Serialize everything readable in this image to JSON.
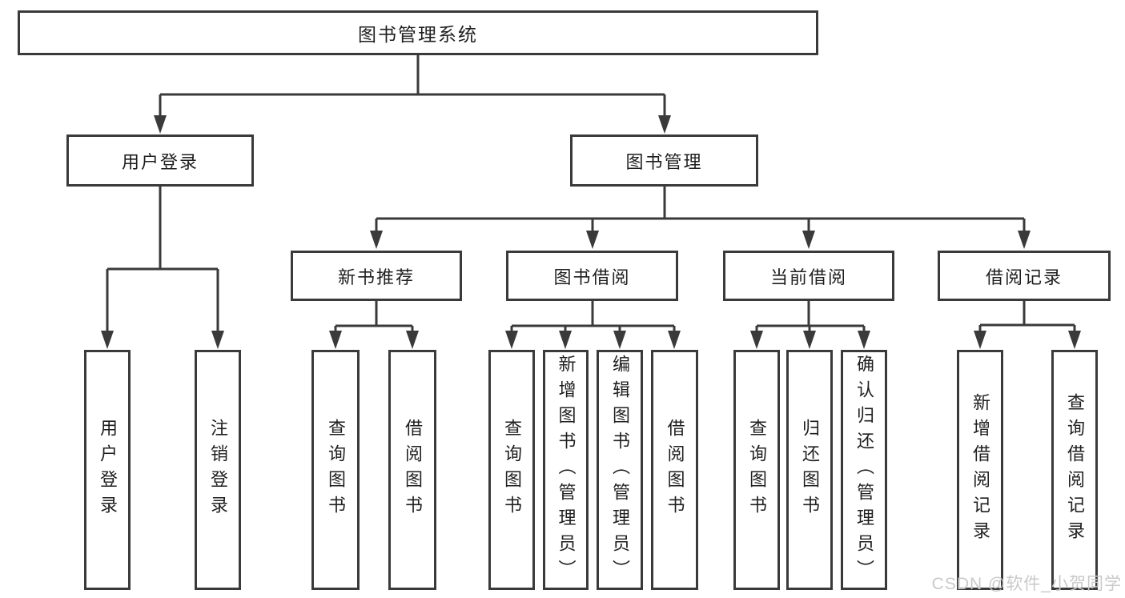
{
  "tree": {
    "label": "图书管理系统",
    "children": [
      {
        "label": "用户登录",
        "children": [
          {
            "label": "用户登录"
          },
          {
            "label": "注销登录"
          }
        ]
      },
      {
        "label": "图书管理",
        "children": [
          {
            "label": "新书推荐",
            "children": [
              {
                "label": "查询图书"
              },
              {
                "label": "借阅图书"
              }
            ]
          },
          {
            "label": "图书借阅",
            "children": [
              {
                "label": "查询图书"
              },
              {
                "label": "新增图书（管理员）"
              },
              {
                "label": "编辑图书（管理员）"
              },
              {
                "label": "借阅图书"
              }
            ]
          },
          {
            "label": "当前借阅",
            "children": [
              {
                "label": "查询图书"
              },
              {
                "label": "归还图书"
              },
              {
                "label": "确认归还（管理员）"
              }
            ]
          },
          {
            "label": "借阅记录",
            "children": [
              {
                "label": "新增借阅记录"
              },
              {
                "label": "查询借阅记录"
              }
            ]
          }
        ]
      }
    ]
  },
  "colors": {
    "line": "#3a3a3a",
    "text": "#1f1f1f",
    "watermark": "#c9c9c9",
    "background": "#ffffff"
  },
  "watermark": "CSDN @软件_小贺同学"
}
